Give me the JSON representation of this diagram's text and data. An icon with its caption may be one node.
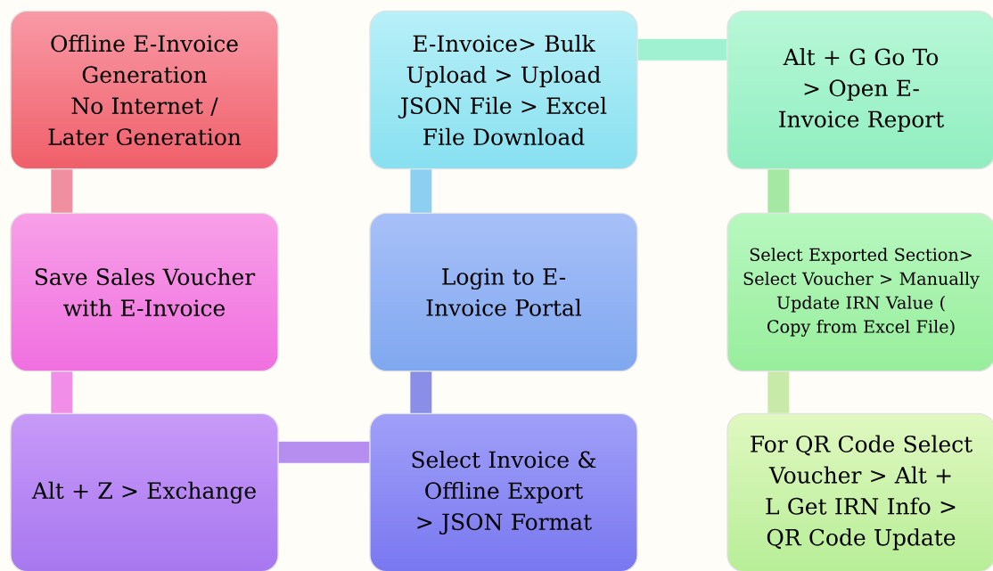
{
  "diagram": {
    "nodes": [
      {
        "text": [
          "Offline E-Invoice Generation",
          "No Internet / Later Generation"
        ]
      },
      {
        "text": [
          "Save Sales Voucher  with E-Invoice"
        ]
      },
      {
        "text": [
          "Alt + Z > Exchange"
        ]
      },
      {
        "text": [
          "Select Invoice & Offline Export > JSON Format"
        ]
      },
      {
        "text": [
          "Login to E-Invoice Portal"
        ]
      },
      {
        "text": [
          "E-Invoice> Bulk Upload > Upload JSON File > Excel File Download"
        ]
      },
      {
        "text": [
          "Alt + G Go To > Open E-Invoice Report"
        ]
      },
      {
        "text": [
          "Select Exported Section> Select Voucher > Manually Update IRN Value ( Copy from Excel File)"
        ]
      },
      {
        "text": [
          "For QR Code Select Voucher > Alt + L Get IRN Info > QR Code Update"
        ]
      }
    ],
    "edges": [
      {
        "from": 0,
        "to": 1,
        "arrow": "none",
        "color": "#f08fa0"
      },
      {
        "from": 1,
        "to": 2,
        "arrow": "none",
        "color": "#f08ee8"
      },
      {
        "from": 2,
        "to": 3,
        "arrow": "none",
        "color": "#b68ef0"
      },
      {
        "from": 3,
        "to": 4,
        "arrow": "none",
        "color": "#8a8ee6"
      },
      {
        "from": 4,
        "to": 5,
        "arrow": "none",
        "color": "#8ccff0"
      },
      {
        "from": 5,
        "to": 6,
        "arrow": "none",
        "color": "#a0f0d2"
      },
      {
        "from": 6,
        "to": 7,
        "arrow": "none",
        "color": "#a4e8a4"
      },
      {
        "from": 7,
        "to": 8,
        "arrow": "none",
        "color": "#c8eaa8"
      }
    ]
  }
}
